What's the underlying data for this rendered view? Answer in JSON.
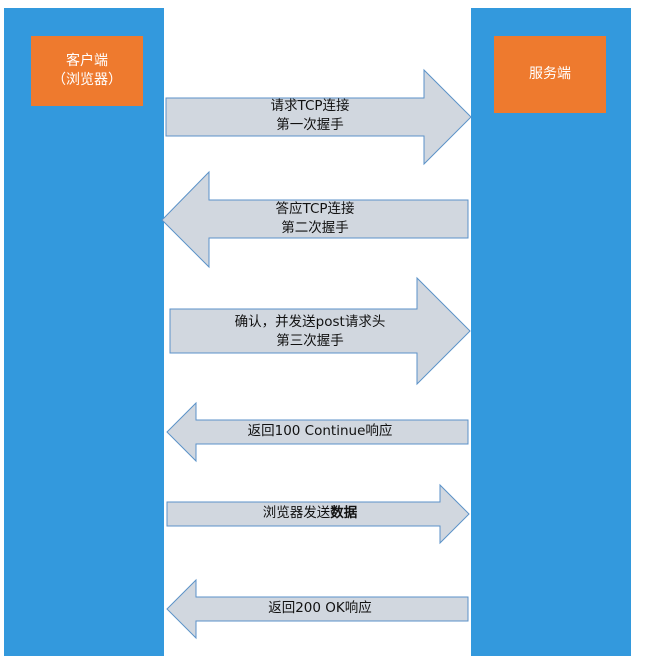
{
  "client": {
    "line1": "客户端",
    "line2": "（浏览器）"
  },
  "server": {
    "label": "服务端"
  },
  "steps": [
    {
      "line1": "请求TCP连接",
      "line2": "第一次握手",
      "direction": "to-server"
    },
    {
      "line1": "答应TCP连接",
      "line2": "第二次握手",
      "direction": "to-client"
    },
    {
      "line1": "确认，并发送post请求头",
      "line2": "第三次握手",
      "direction": "to-server"
    },
    {
      "line1": "返回100 Continue响应",
      "direction": "to-client"
    },
    {
      "line1_plain": "浏览器发送",
      "line1_bold": "数据",
      "direction": "to-server"
    },
    {
      "line1": "返回200 OK响应",
      "direction": "to-client"
    }
  ],
  "colors": {
    "lane": "#3399dd",
    "box": "#ee7a2e",
    "arrow_fill": "#d1d7df",
    "arrow_stroke": "#5b92c8"
  }
}
